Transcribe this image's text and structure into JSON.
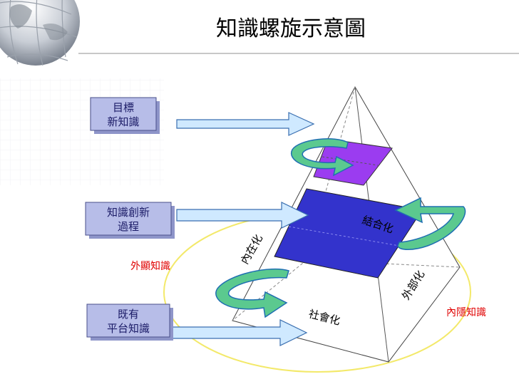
{
  "title": "知識螺旋示意圖",
  "colors": {
    "title": "#1a2f8f",
    "box_fill": "#b7bde8",
    "box_border": "#4a4f8a",
    "arrow_fill": "#cfe9ff",
    "arrow_stroke": "#3a6fb0",
    "cycle_fill": "#5bc98f",
    "cycle_stroke": "#1f6fb2",
    "top_layer": "#9b3cf0",
    "mid_layer": "#3333cc",
    "red_label": "#e00000",
    "ellipse": "#f3e96a"
  },
  "boxes": [
    {
      "lines": [
        "目標",
        "新知識"
      ]
    },
    {
      "lines": [
        "知識創新",
        "過程"
      ]
    },
    {
      "lines": [
        "既有",
        "平台知識"
      ]
    }
  ],
  "pyramid_labels": {
    "combination": "結合化",
    "internalization": "內在化",
    "externalization": "外部化",
    "socialization": "社會化"
  },
  "side_labels": {
    "explicit": "外顯知識",
    "tacit": "內隱知識"
  }
}
